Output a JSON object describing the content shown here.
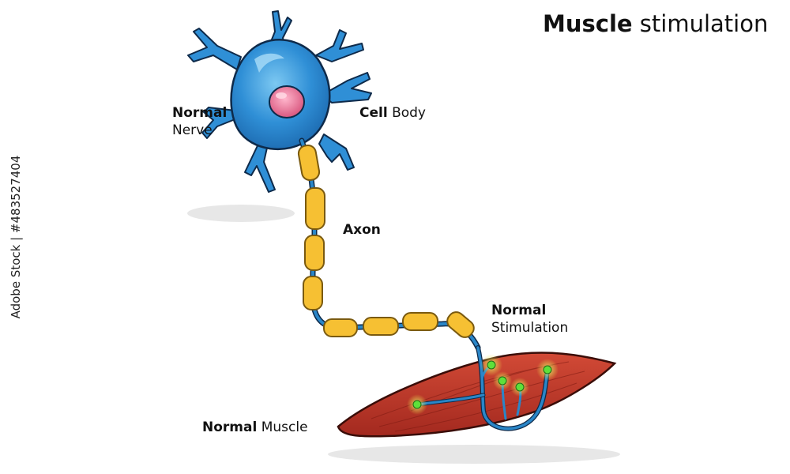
{
  "title": {
    "bold": "Muscle",
    "rest": " stimulation"
  },
  "labels": {
    "nerve": {
      "bold": "Normal",
      "rest": "Nerve"
    },
    "cell_body": {
      "bold": "Cell",
      "rest": " Body"
    },
    "axon": {
      "bold": "Axon"
    },
    "stimulation": {
      "bold": "Normal",
      "rest": "Stimulation"
    },
    "muscle": {
      "bold": "Normal",
      "rest": " Muscle"
    }
  },
  "watermark": "Adobe Stock | #483527404",
  "colors": {
    "cell_body": "#2f8fd6",
    "nucleus": "#e8789a",
    "axon_line": "#2a86c8",
    "myelin": "#f6c033",
    "muscle": "#c0392b",
    "nerve_endings": "#5ee03a"
  }
}
